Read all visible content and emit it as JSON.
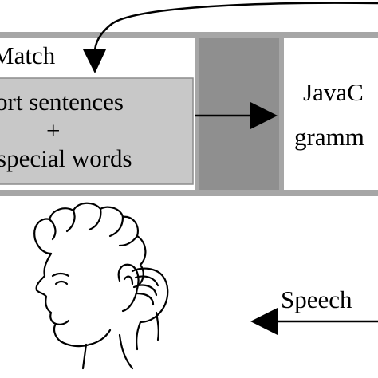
{
  "diagram": {
    "match_block": {
      "title": "Match",
      "inner_lines": [
        "ort sentences",
        "+",
        "special words"
      ]
    },
    "javacc_block": {
      "lines": [
        "JavaC",
        "gramm"
      ]
    },
    "speech_label": "Speech",
    "colors": {
      "outer_band": "#a6a6a6",
      "inner_box": "#c8c8c8",
      "box_border": "#8c8c8c",
      "line": "#000000",
      "background": "#ffffff"
    }
  }
}
